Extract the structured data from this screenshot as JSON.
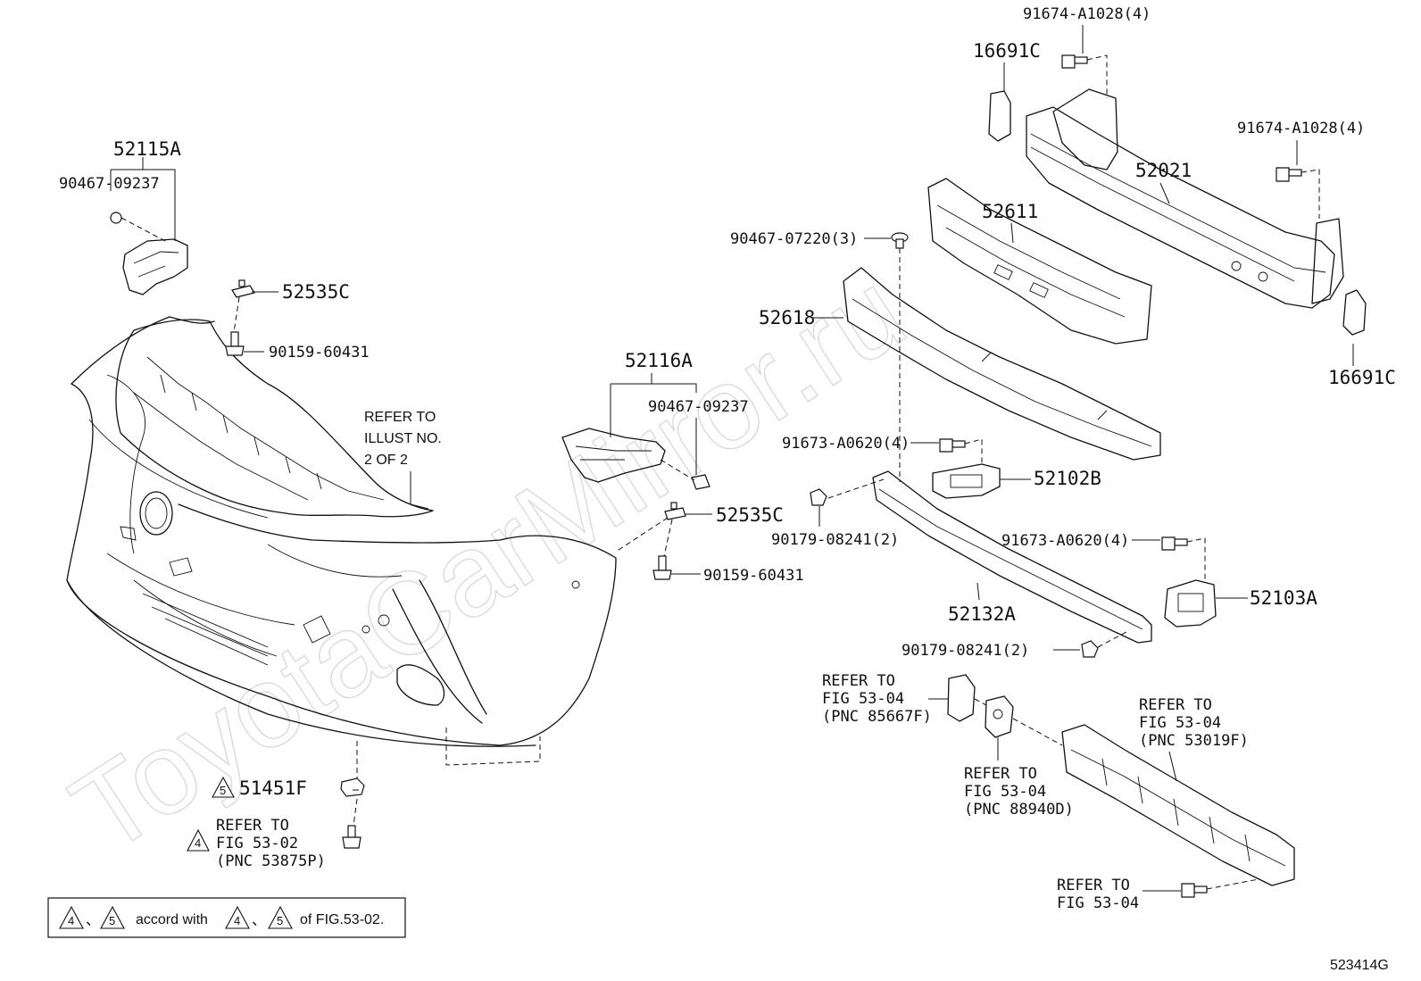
{
  "watermark": "ToyotaCarMirror.ru",
  "figure_code": "523414G",
  "legend": {
    "badge_a": "4",
    "separator": "、",
    "badge_b": "5",
    "text": "accord with",
    "text_end": "of FIG.53-02."
  },
  "labels": {
    "p52115A": "52115A",
    "p90467_09237_l": "90467-09237",
    "p52535C_top": "52535C",
    "p90159_60431_top": "90159-60431",
    "refer_illust_1": "REFER TO",
    "refer_illust_2": "ILLUST NO.",
    "refer_illust_3": "2 OF 2",
    "p52116A": "52116A",
    "p90467_09237_r": "90467-09237",
    "p52535C_mid": "52535C",
    "p90159_60431_mid": "90159-60431",
    "p51451F_badge": "5",
    "p51451F": "51451F",
    "refer_5302_badge": "4",
    "refer_5302_1": "REFER TO",
    "refer_5302_2": "FIG 53-02",
    "refer_5302_3": "(PNC 53875P)",
    "p16691C_top": "16691C",
    "p91674_top": "91674-A1028(4)",
    "p91674_right": "91674-A1028(4)",
    "p52021": "52021",
    "p52611": "52611",
    "p90467_07220": "90467-07220(3)",
    "p52618": "52618",
    "p16691C_right": "16691C",
    "p91673_a": "91673-A0620(4)",
    "p52102B": "52102B",
    "p90179_a": "90179-08241(2)",
    "p91673_b": "91673-A0620(4)",
    "p52103A": "52103A",
    "p52132A": "52132A",
    "p90179_b": "90179-08241(2)",
    "refer_85667F_1": "REFER TO",
    "refer_85667F_2": "FIG 53-04",
    "refer_85667F_3": "(PNC 85667F)",
    "refer_88940D_1": "REFER TO",
    "refer_88940D_2": "FIG 53-04",
    "refer_88940D_3": "(PNC 88940D)",
    "refer_53019F_1": "REFER TO",
    "refer_53019F_2": "FIG 53-04",
    "refer_53019F_3": "(PNC 53019F)",
    "refer_5304_1": "REFER TO",
    "refer_5304_2": "FIG 53-04"
  }
}
